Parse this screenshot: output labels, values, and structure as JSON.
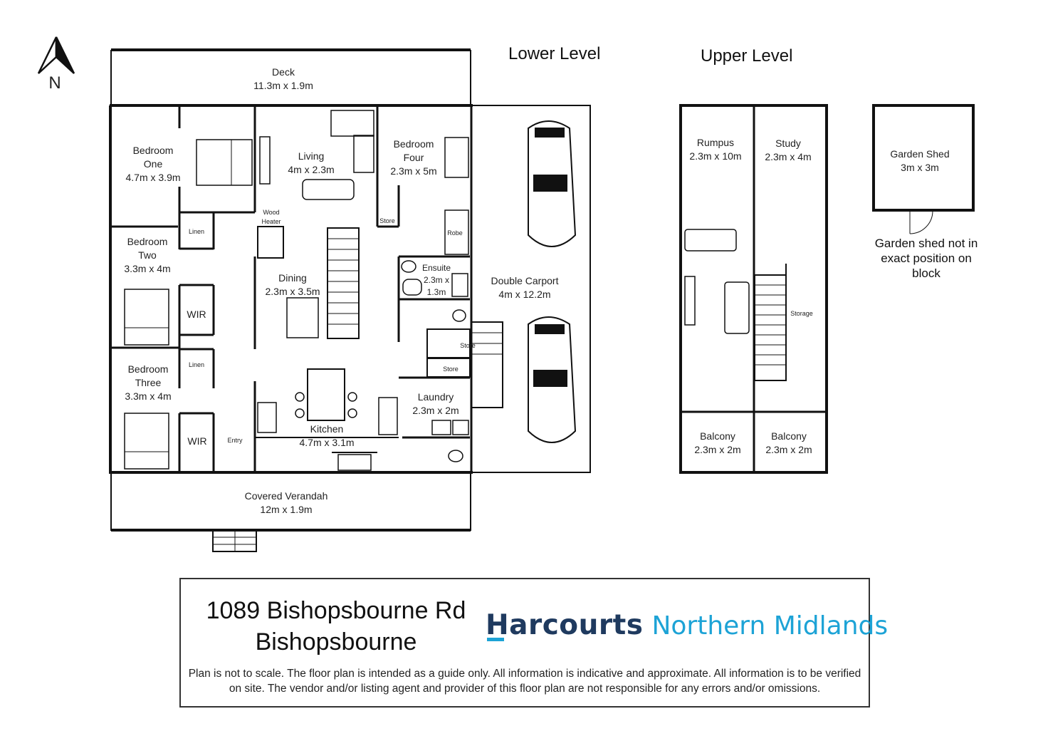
{
  "compass": {
    "label": "N"
  },
  "levels": {
    "lower": "Lower Level",
    "upper": "Upper Level"
  },
  "rooms": {
    "deck": {
      "name": "Deck",
      "size": "11.3m x 1.9m"
    },
    "bedroom_one": {
      "name1": "Bedroom",
      "name2": "One",
      "size": "4.7m x 3.9m"
    },
    "living": {
      "name": "Living",
      "size": "4m x 2.3m"
    },
    "bedroom_four": {
      "name1": "Bedroom",
      "name2": "Four",
      "size": "2.3m x 5m"
    },
    "linen1": "Linen",
    "wood_heater": {
      "l1": "Wood",
      "l2": "Heater"
    },
    "store1": "Store",
    "robe": "Robe",
    "bedroom_two": {
      "name1": "Bedroom",
      "name2": "Two",
      "size": "3.3m x 4m"
    },
    "dining": {
      "name": "Dining",
      "size": "2.3m x 3.5m"
    },
    "ensuite": {
      "name": "Ensuite",
      "size1": "2.3m x",
      "size2": "1.3m"
    },
    "wir1": "WIR",
    "double_carport": {
      "name": "Double Carport",
      "size": "4m x 12.2m"
    },
    "store2": "Store",
    "store3": "Store",
    "linen2": "Linen",
    "bedroom_three": {
      "name1": "Bedroom",
      "name2": "Three",
      "size": "3.3m x 4m"
    },
    "laundry": {
      "name": "Laundry",
      "size": "2.3m x 2m"
    },
    "wir2": "WIR",
    "entry": "Entry",
    "kitchen": {
      "name": "Kitchen",
      "size": "4.7m x 3.1m"
    },
    "verandah": {
      "name": "Covered Verandah",
      "size": "12m x 1.9m"
    },
    "rumpus": {
      "name": "Rumpus",
      "size": "2.3m x 10m"
    },
    "study": {
      "name": "Study",
      "size": "2.3m x 4m"
    },
    "storage": "Storage",
    "balcony1": {
      "name": "Balcony",
      "size": "2.3m x 2m"
    },
    "balcony2": {
      "name": "Balcony",
      "size": "2.3m x 2m"
    },
    "garden_shed": {
      "name": "Garden Shed",
      "size": "3m x 3m"
    }
  },
  "shed_note": "Garden shed not in exact position on block",
  "info": {
    "address_line1": "1089 Bishopsbourne Rd",
    "address_line2": "Bishopsbourne",
    "brand_main": "Harcourts",
    "brand_sub": "Northern Midlands",
    "disclaimer": "Plan is not to scale. The floor plan is intended as a guide only. All information is indicative and approximate. All information is to be verified on site. The vendor and/or listing agent and provider of this floor plan are not responsible for any errors and/or omissions."
  },
  "colors": {
    "brand_navy": "#1f3a5f",
    "brand_blue": "#1da3d6",
    "wall": "#111111"
  }
}
